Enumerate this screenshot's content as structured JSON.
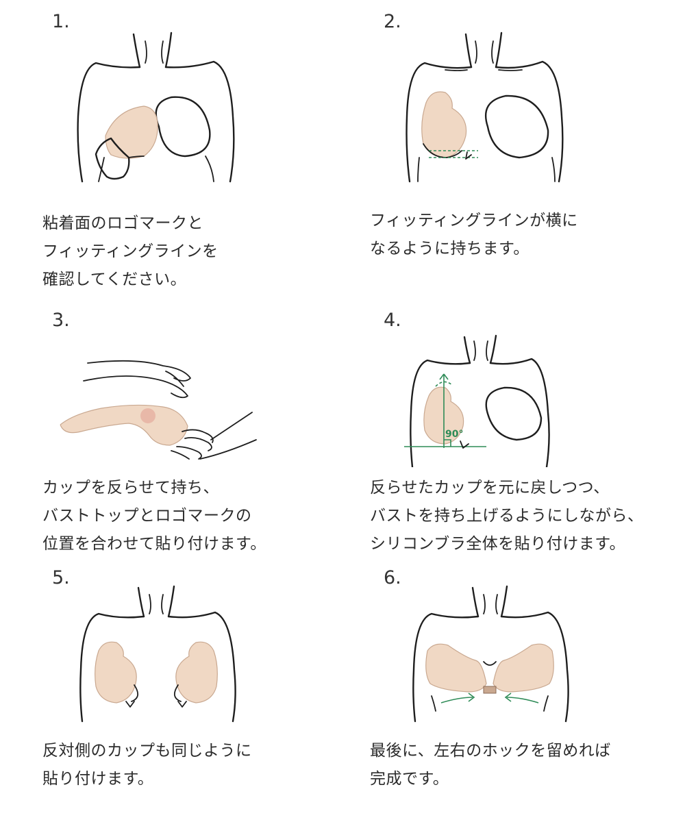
{
  "steps": [
    {
      "number": "1.",
      "lines": [
        "粘着面のロゴマークと",
        "フィッティングラインを",
        "確認してください。"
      ]
    },
    {
      "number": "2.",
      "lines": [
        "フィッティングラインが横に",
        "なるように持ちます。"
      ]
    },
    {
      "number": "3.",
      "lines": [
        "カップを反らせて持ち、",
        "バストトップとロゴマークの",
        "位置を合わせて貼り付けます。"
      ]
    },
    {
      "number": "4.",
      "lines": [
        "反らせたカップを元に戻しつつ、",
        "バストを持ち上げるようにしながら、",
        "シリコンブラ全体を貼り付けます。"
      ],
      "angle_label": "90°"
    },
    {
      "number": "5.",
      "lines": [
        "反対側のカップも同じように",
        "貼り付けます。"
      ]
    },
    {
      "number": "6.",
      "lines": [
        "最後に、左右のホックを留めれば",
        "完成です。"
      ]
    }
  ],
  "colors": {
    "cup": "#f0d8c4",
    "guide": "#2e8b57",
    "line": "#1e1e1e"
  }
}
